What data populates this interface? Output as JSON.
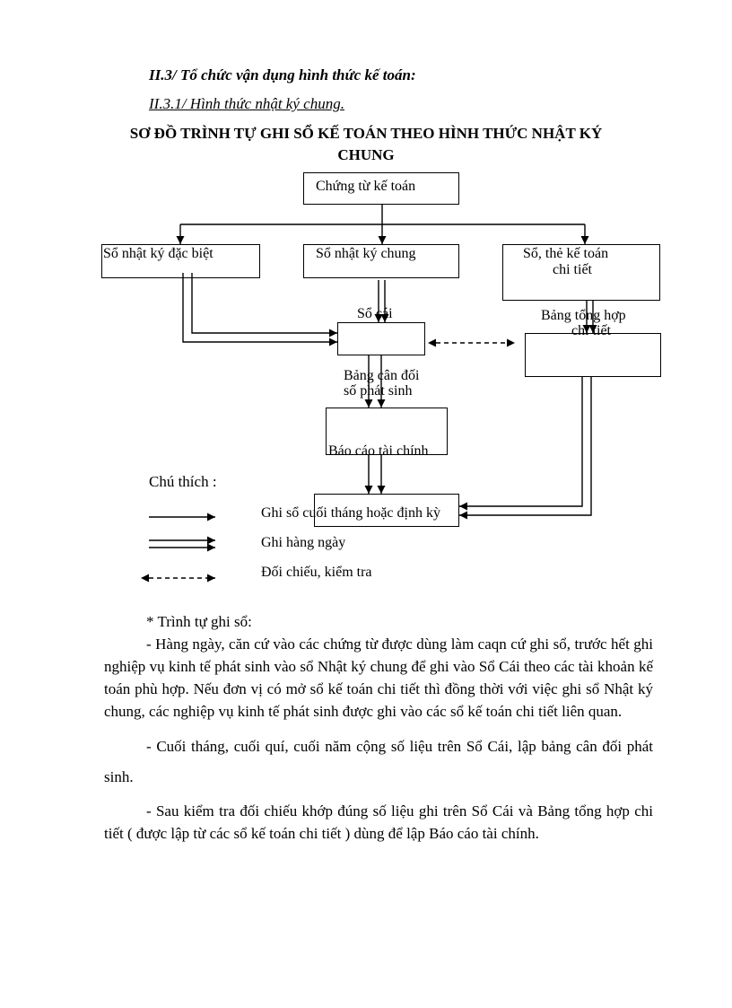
{
  "heading": {
    "section": "II.3/ Tổ chức vận dụng hình thức kế toán:",
    "subsection": "II.3.1/ Hình thức nhật ký chung.",
    "title_line1": "SƠ ĐỒ TRÌNH TỰ GHI SỔ KẾ TOÁN THEO HÌNH THỨC NHẬT KÝ",
    "title_line2": "CHUNG"
  },
  "diagram": {
    "chung_tu": "Chứng từ kế toán",
    "nhat_ky_dac_biet": "Sổ nhật ký đặc biệt",
    "nhat_ky_chung": "Sổ nhật ký chung",
    "the_ke_toan_line1": "Sổ, thẻ kế toán",
    "the_ke_toan_line2": "chi tiết",
    "so_cai": "Sổ cái",
    "bang_tong_hop_line1": "Bảng tổng hợp",
    "bang_tong_hop_line2": "chi tiết",
    "bang_can_doi_line1": "Bảng cân đối",
    "bang_can_doi_line2": "số phát sinh",
    "bao_cao": "Báo cáo tài chính"
  },
  "legend": {
    "title": "Chú thích :",
    "item1": "Ghi sổ cuối tháng hoặc định kỳ",
    "item2": "Ghi hàng ngày",
    "item3": "Đối chiếu, kiểm tra"
  },
  "body": {
    "p0": "* Trình tự ghi sổ:",
    "p1": "- Hàng  ngày, căn cứ vào các chứng từ được dùng làm caqn cứ ghi sổ, trước hết ghi nghiệp vụ kinh tế phát sinh vào sổ Nhật ký chung để ghi vào Sổ Cái theo các tài khoản kế toán phù hợp. Nếu đơn vị có mở sổ kế toán chi tiết thì đồng thời với việc ghi sổ Nhật ký chung, các nghiệp vụ kinh tế phát sinh được ghi vào các sổ kế toán chi tiết liên quan.",
    "p2": "- Cuối tháng, cuối quí, cuối năm cộng số liệu trên Sổ Cái, lập bảng cân đối phát sinh.",
    "p3": "- Sau kiểm tra đối chiếu khớp đúng số liệu ghi trên Sổ Cái và Bảng tổng hợp chi tiết ( được lập từ các sổ kế toán chi tiết ) dùng để lập Báo cáo tài chính."
  }
}
